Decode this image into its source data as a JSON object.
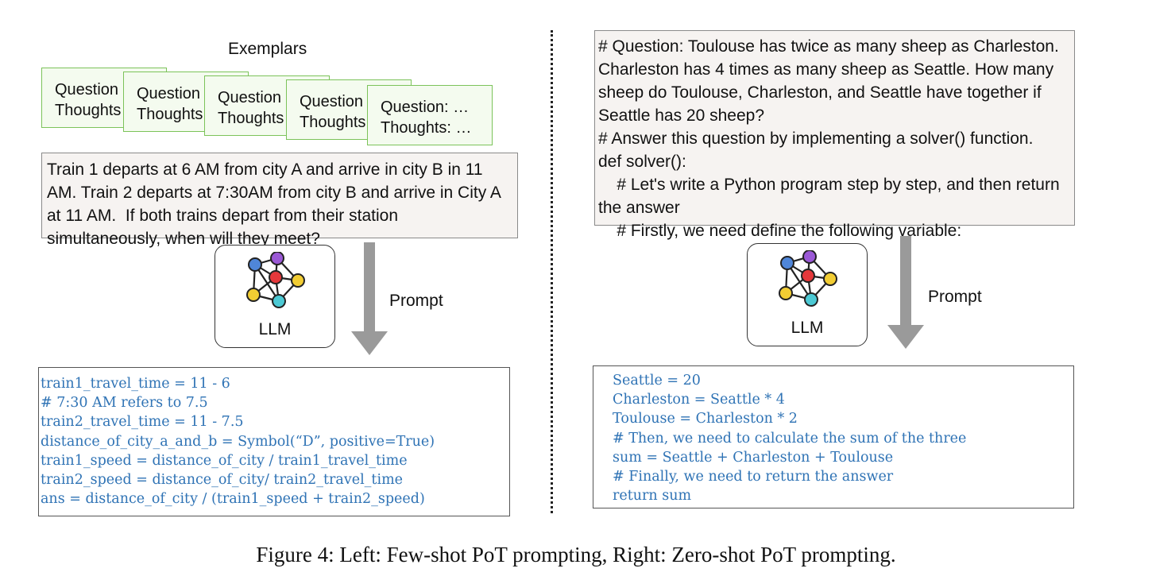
{
  "left": {
    "exemplars_title": "Exemplars",
    "cards": [
      {
        "line1": "Question",
        "line2": "Thoughts"
      },
      {
        "line1": "Question",
        "line2": "Thoughts"
      },
      {
        "line1": "Question",
        "line2": "Thoughts"
      },
      {
        "line1": "Question",
        "line2": "Thoughts"
      },
      {
        "line1": "Question: …",
        "line2": "Thoughts: …"
      }
    ],
    "question_lines": [
      "Train 1 departs at 6 AM from city A and arrive in city B in 11",
      "AM. Train 2 departs at 7:30AM from city B and arrive in City A",
      "at 11 AM.  If both trains depart from their station",
      "simultaneously, when will they meet?"
    ],
    "llm_label": "LLM",
    "prompt_label": "Prompt",
    "code_lines": [
      "train1_travel_time = 11 - 6",
      "# 7:30 AM refers to 7.5",
      "train2_travel_time = 11 - 7.5",
      "distance_of_city_a_and_b = Symbol(“D”, positive=True)",
      "train1_speed = distance_of_city / train1_travel_time",
      "train2_speed = distance_of_city/ train2_travel_time",
      "ans = distance_of_city / (train1_speed + train2_speed)"
    ]
  },
  "right": {
    "question_lines": [
      "# Question: Toulouse has twice as many sheep as Charleston.",
      "Charleston has 4 times as many sheep as Seattle. How many",
      "sheep do Toulouse, Charleston, and Seattle have together if",
      "Seattle has 20 sheep?",
      "# Answer this question by implementing a solver() function.",
      "def solver():",
      "    # Let's write a Python program step by step, and then return",
      "the answer",
      "    # Firstly, we need define the following variable:"
    ],
    "llm_label": "LLM",
    "prompt_label": "Prompt",
    "code_lines": [
      "Seattle = 20",
      "Charleston = Seattle * 4",
      "Toulouse = Charleston * 2",
      "# Then, we need to calculate the sum of the three",
      "sum = Seattle + Charleston + Toulouse",
      "# Finally, we need to return the answer",
      "return sum"
    ]
  },
  "caption": "Figure 4: Left: Few-shot PoT prompting, Right: Zero-shot PoT prompting.",
  "colors": {
    "card_border": "#7cc35a",
    "card_fill": "#f4fbef",
    "code_text": "#2f73b5",
    "arrow": "#9a9a9a",
    "question_fill": "#f6f3f1"
  }
}
